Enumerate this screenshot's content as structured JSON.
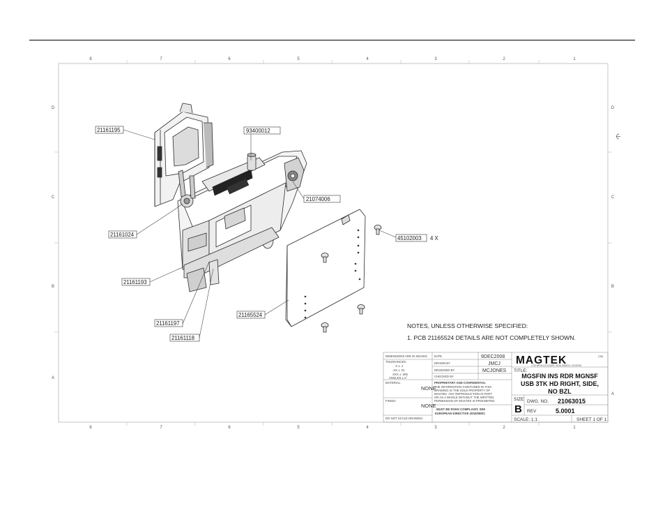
{
  "zones": {
    "columns": [
      "8",
      "7",
      "6",
      "5",
      "4",
      "3",
      "2",
      "1"
    ],
    "rows": [
      "D",
      "C",
      "B",
      "A"
    ]
  },
  "callouts": [
    {
      "id": "c1",
      "label": "21161195"
    },
    {
      "id": "c2",
      "label": "93400012"
    },
    {
      "id": "c3",
      "label": "21074006"
    },
    {
      "id": "c4",
      "label": "45102003"
    },
    {
      "id": "c5",
      "label": "21161024"
    },
    {
      "id": "c6",
      "label": "21161193"
    },
    {
      "id": "c7",
      "label": "21165524"
    },
    {
      "id": "c8",
      "label": "21161197"
    },
    {
      "id": "c9",
      "label": "21161118"
    }
  ],
  "qty_label": "4 X",
  "notes": {
    "heading": "NOTES, UNLESS OTHERWISE SPECIFIED:",
    "item1": "1.    PCB 21165524 DETAILS ARE NOT COMPLETELY SHOWN."
  },
  "title_block": {
    "dimensions": "DIMENSIONS ARE IN INCHES",
    "tolerance_label": "TOLERANCES:",
    "tol_x": ".X  ±  .1",
    "tol_xx": ".XX  ± .01",
    "tol_xxx": ".XXX ± .005",
    "tol_ang": "ANGLES ± 2°",
    "material_label": "MATERIAL:",
    "material": "NONE",
    "finish_label": "FINISH:",
    "finish": "NONE",
    "dont_scale": "DO NOT SCALE DRAWING",
    "date_label": "DATE",
    "date": "9DEC2008",
    "drawn_label": "DRAWN BY",
    "drawn": "JMCJ",
    "designed_label": "DESIGNED BY",
    "designed": "MCJONES",
    "checked_label": "CHECKED BY",
    "checked": "",
    "proprietary": "PROPRIETARY AND CONFIDENTIAL",
    "prop_1": "THE INFORMATION CONTAINED IN THIS",
    "prop_2": "DRAWING IS THE SOLE PROPERTY OF",
    "prop_3": "MAGTEK. ANY REPRODUCTION IN PART",
    "prop_4": "OR AS A WHOLE WITHOUT THE WRITTEN",
    "prop_5": "PERMISSION OF MAGTEK IS PROHIBITED.",
    "rohs_1": "MUST BE ROHS COMPLIANT, SEE",
    "rohs_2": "EUROPEAN DIRECTIVE 2002/95/EC",
    "brand": "MAGTEK",
    "tagline": "1710 APOLLO COURT, SEAL BEACH, CA 90740",
    "title_label": "TITLE:",
    "title_1": "MGSFIN INS RDR MGNSF",
    "title_2": "USB 3TK HD RIGHT, SIDE,",
    "title_3": "NO BZL",
    "size_label": "SIZE",
    "size": "B",
    "dwg_label": "DWG.  NO.",
    "dwg_no": "21063015",
    "rev_label": "REV",
    "rev": "5.0001",
    "scale": "SCALE: 1:1",
    "sheet": "SHEET 1 OF 1"
  },
  "colors": {
    "line": "#8a8a8a",
    "ink": "#222222",
    "frame": "#b0b0b0"
  }
}
